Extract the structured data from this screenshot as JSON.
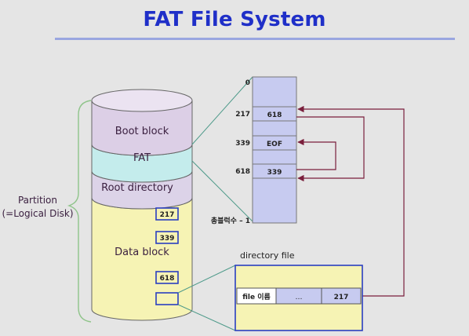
{
  "title": "FAT File System",
  "disk": {
    "boot_block": "Boot block",
    "fat": "FAT",
    "root_directory": "Root directory",
    "data_block": "Data block",
    "blocks": [
      "217",
      "339",
      "618",
      ""
    ]
  },
  "partition_label": [
    "Partition",
    "(=Logical Disk)"
  ],
  "fat_table": {
    "index_labels": [
      "0",
      "217",
      "339",
      "618",
      "총블럭수 – 1"
    ],
    "entries": [
      "618",
      "EOF",
      "339"
    ]
  },
  "directory_file": {
    "caption": "directory file",
    "fields": [
      "file 이름",
      "…",
      "217"
    ]
  },
  "colors": {
    "title": "#1f2fc8",
    "boot": "#dccfe6",
    "fat": "#c4ecec",
    "root": "#dcd3e8",
    "data": "#f6f3b4",
    "table": "#c7cbf0",
    "arrow": "#7a1f3c",
    "connector": "#4e9a8a"
  }
}
